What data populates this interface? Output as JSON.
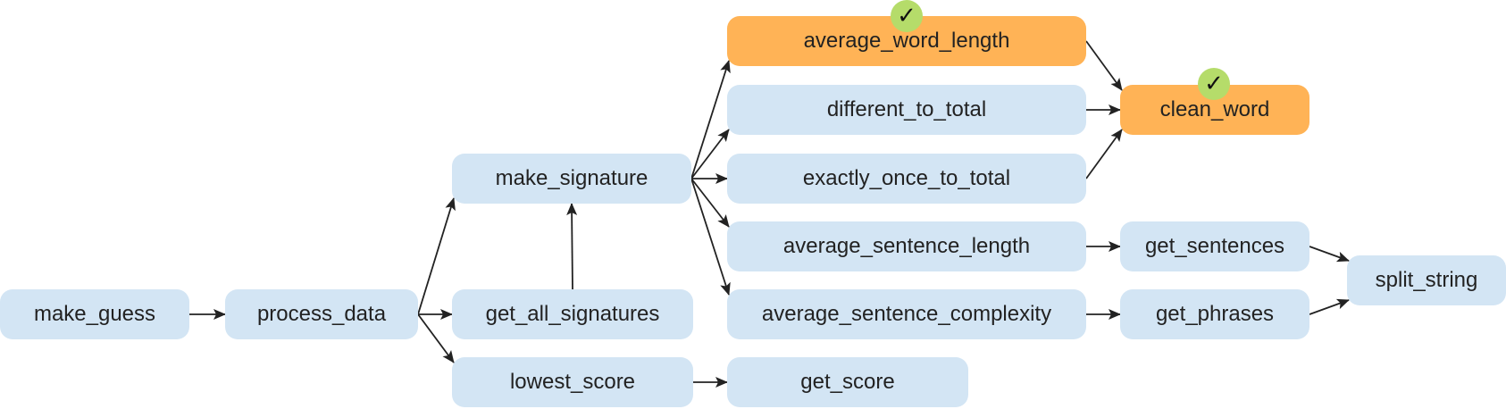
{
  "nodes": {
    "make_guess": "make_guess",
    "process_data": "process_data",
    "make_signature": "make_signature",
    "get_all_signatures": "get_all_signatures",
    "lowest_score": "lowest_score",
    "average_word_length": "average_word_length",
    "different_to_total": "different_to_total",
    "exactly_once_to_total": "exactly_once_to_total",
    "average_sentence_length": "average_sentence_length",
    "average_sentence_complexity": "average_sentence_complexity",
    "get_score": "get_score",
    "clean_word": "clean_word",
    "get_sentences": "get_sentences",
    "get_phrases": "get_phrases",
    "split_string": "split_string"
  },
  "completed": [
    "average_word_length",
    "clean_word"
  ],
  "check_icon": "checkmark-icon",
  "check_glyph": "✓",
  "edges": [
    [
      "make_guess",
      "process_data"
    ],
    [
      "process_data",
      "make_signature"
    ],
    [
      "process_data",
      "get_all_signatures"
    ],
    [
      "process_data",
      "lowest_score"
    ],
    [
      "get_all_signatures",
      "make_signature"
    ],
    [
      "make_signature",
      "average_word_length"
    ],
    [
      "make_signature",
      "different_to_total"
    ],
    [
      "make_signature",
      "exactly_once_to_total"
    ],
    [
      "make_signature",
      "average_sentence_length"
    ],
    [
      "make_signature",
      "average_sentence_complexity"
    ],
    [
      "lowest_score",
      "get_score"
    ],
    [
      "average_word_length",
      "clean_word"
    ],
    [
      "different_to_total",
      "clean_word"
    ],
    [
      "exactly_once_to_total",
      "clean_word"
    ],
    [
      "average_sentence_length",
      "get_sentences"
    ],
    [
      "average_sentence_complexity",
      "get_phrases"
    ],
    [
      "get_sentences",
      "split_string"
    ],
    [
      "get_phrases",
      "split_string"
    ]
  ],
  "colors": {
    "node_fill": "#d3e5f4",
    "completed_fill": "#ffb356",
    "check_fill": "#b5dc6a",
    "edge": "#222222"
  }
}
